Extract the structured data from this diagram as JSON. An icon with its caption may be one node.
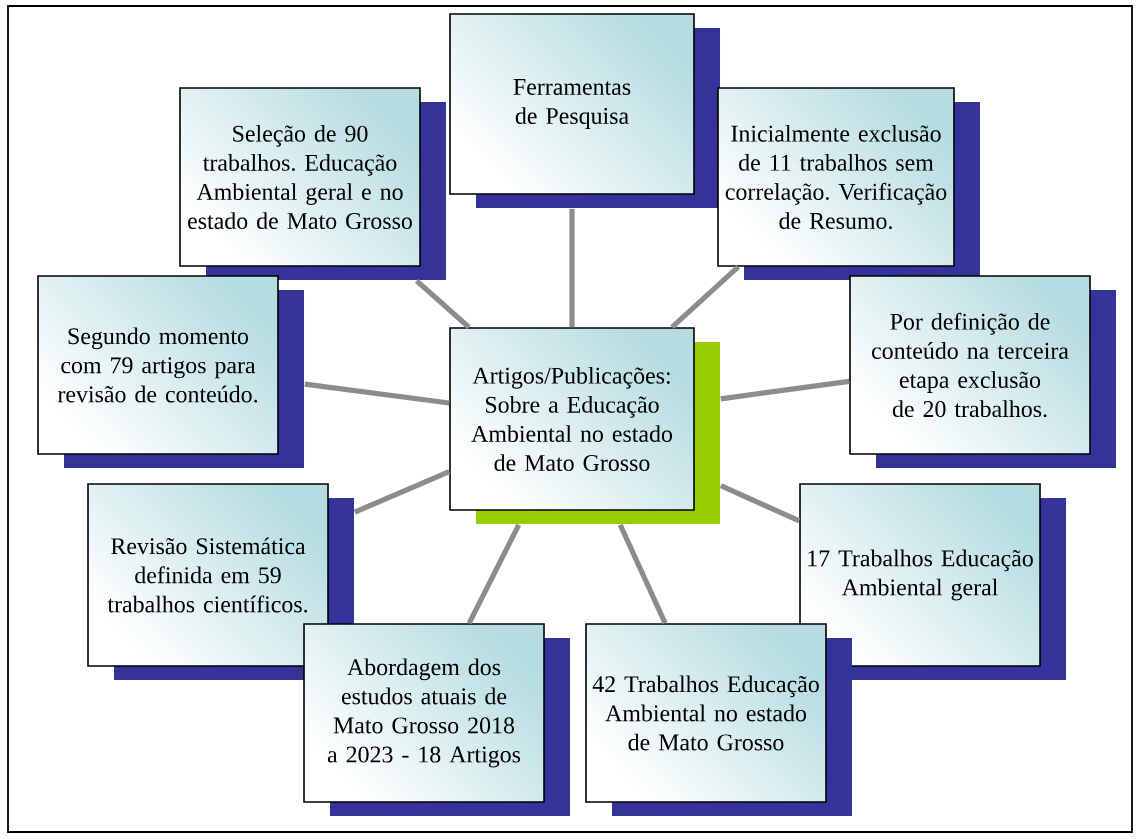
{
  "diagram": {
    "nodes": [
      {
        "text": [
          "Ferramentas de Pesquisa"
        ]
      },
      {
        "text": [
          "Seleção de 90 trabalhos. Educação Ambiental geral e no estado de Mato Grosso"
        ]
      },
      {
        "text": [
          "Inicialmente exclusão de 11 trabalhos sem correlação. Verificação de Resumo."
        ]
      },
      {
        "text": [
          "Segundo momento com 79 artigos para revisão de conteúdo."
        ]
      },
      {
        "text": [
          "Por definição de conteúdo na terceira etapa exclusão de 20 trabalhos."
        ]
      },
      {
        "text": [
          "Artigos/Publicações: Sobre a Educação Ambiental no estado de Mato Grosso"
        ]
      },
      {
        "text": [
          "Revisão Sistemática definida em 59 trabalhos científicos."
        ]
      },
      {
        "text": [
          "17 Trabalhos Educação Ambiental geral"
        ]
      },
      {
        "text": [
          "Abordagem dos estudos atuais de Mato Grosso 2018 a 2023 - 18 Artigos"
        ]
      },
      {
        "text": [
          "42 Trabalhos Educação Ambiental no estado de Mato Grosso"
        ]
      }
    ],
    "edges": [
      {
        "from": 5,
        "to": 0,
        "arrow": "none"
      },
      {
        "from": 5,
        "to": 1,
        "arrow": "none"
      },
      {
        "from": 5,
        "to": 2,
        "arrow": "none"
      },
      {
        "from": 5,
        "to": 3,
        "arrow": "none"
      },
      {
        "from": 5,
        "to": 4,
        "arrow": "none"
      },
      {
        "from": 5,
        "to": 6,
        "arrow": "none"
      },
      {
        "from": 5,
        "to": 7,
        "arrow": "none"
      },
      {
        "from": 5,
        "to": 8,
        "arrow": "none"
      },
      {
        "from": 5,
        "to": 9,
        "arrow": "none"
      }
    ]
  }
}
